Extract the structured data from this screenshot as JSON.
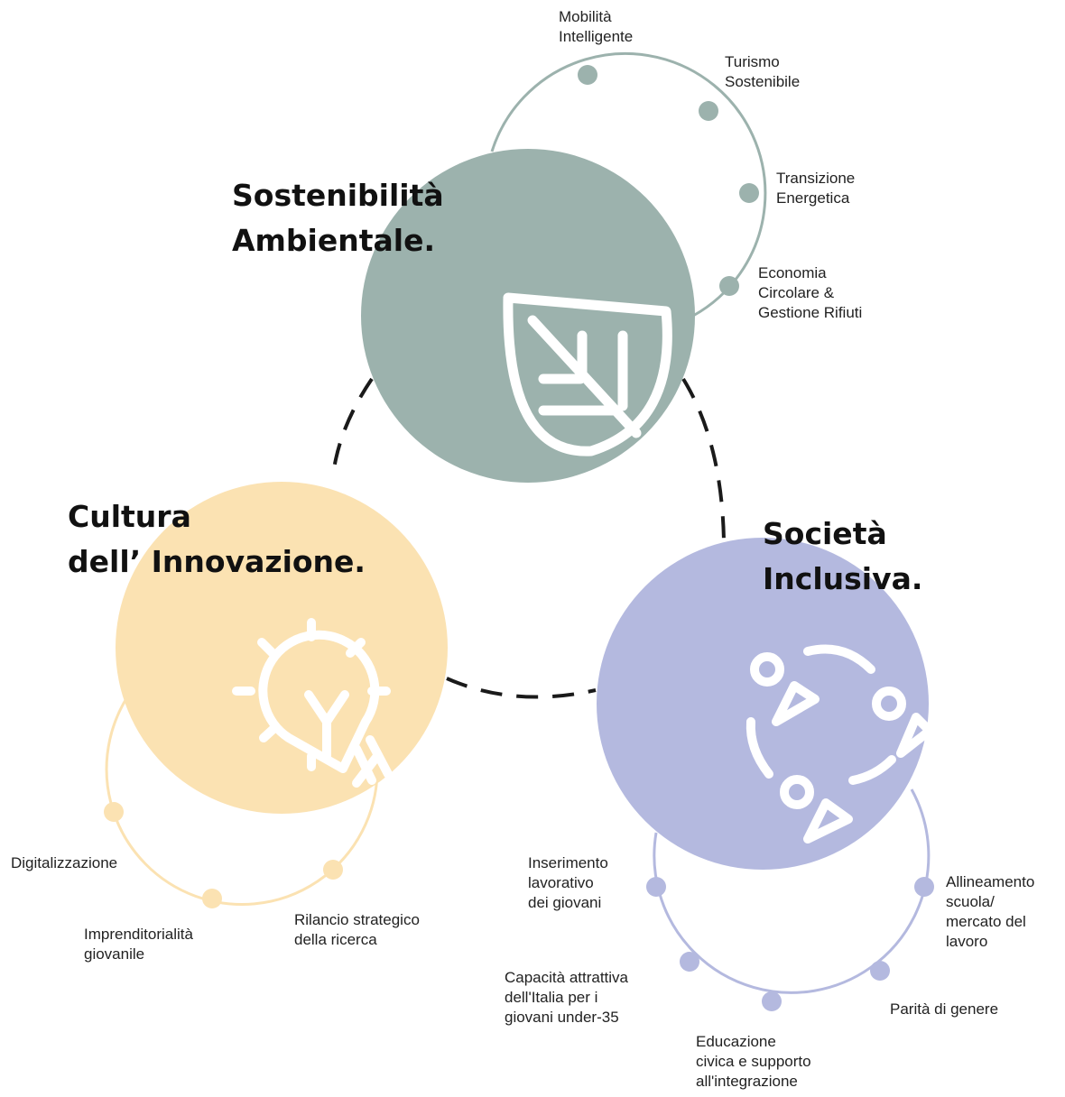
{
  "colors": {
    "green": "#9cb2ad",
    "yellow": "#fbe2b2",
    "purple": "#b4b9df",
    "line_dark": "#1a1a1a",
    "icon": "#ffffff"
  },
  "clusters": {
    "sostenibilita": {
      "title": "Sostenibilità\nAmbientale.",
      "icon": "leaf-icon",
      "items": [
        "Mobilità\nIntelligente",
        "Turismo\nSostenibile",
        "Transizione\nEnergetica",
        "Economia\nCircolare &\nGestione Rifiuti"
      ]
    },
    "cultura": {
      "title": "Cultura\ndell’ Innovazione.",
      "icon": "lightbulb-icon",
      "items": [
        "Digitalizzazione",
        "Imprenditorialità\ngiovanile",
        "Rilancio strategico\ndella ricerca"
      ]
    },
    "societa": {
      "title": "Società\nInclusiva.",
      "icon": "people-icon",
      "items": [
        "Inserimento\nlavorativo\ndei giovani",
        "Capacità attrattiva\ndell'Italia per i\ngiovani under-35",
        "Educazione\ncivica e supporto\nall'integrazione",
        "Parità di genere",
        "Allineamento\nscuola/\nmercato del\nlavoro"
      ]
    }
  }
}
